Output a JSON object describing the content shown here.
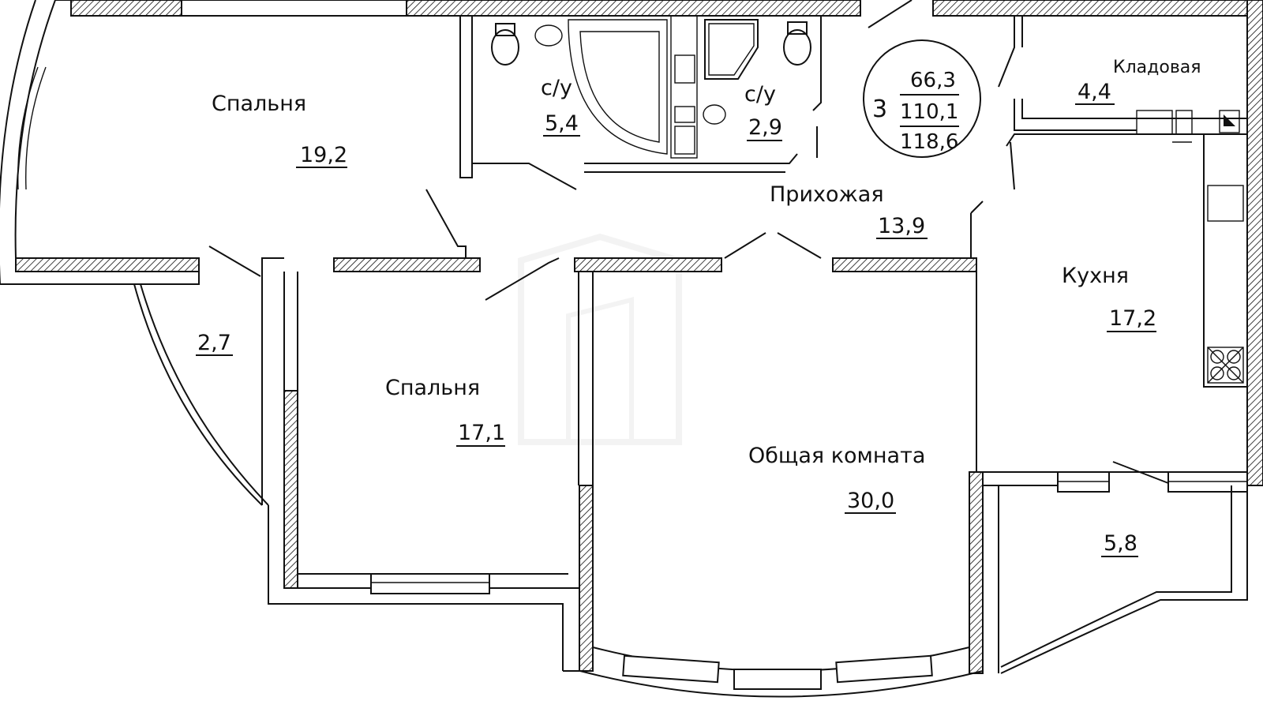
{
  "summary": {
    "rooms_count": "3",
    "living_area": "66,3",
    "total_area": "110,1",
    "total_area_with_balconies": "118,6"
  },
  "rooms": {
    "bedroom_1": {
      "name": "Спальня",
      "area": "19,2"
    },
    "bathroom_1": {
      "name": "с/у",
      "area": "5,4"
    },
    "bathroom_2": {
      "name": "с/у",
      "area": "2,9"
    },
    "storage": {
      "name": "Кладовая",
      "area": "4,4"
    },
    "hallway": {
      "name": "Прихожая",
      "area": "13,9"
    },
    "kitchen": {
      "name": "Кухня",
      "area": "17,2"
    },
    "balcony_left": {
      "area": "2,7"
    },
    "bedroom_2": {
      "name": "Спальня",
      "area": "17,1"
    },
    "living_room": {
      "name": "Общая комната",
      "area": "30,0"
    },
    "balcony_right": {
      "area": "5,8"
    }
  },
  "colors": {
    "ink": "#111111",
    "background": "#ffffff",
    "watermark": "#e6e6e6"
  }
}
